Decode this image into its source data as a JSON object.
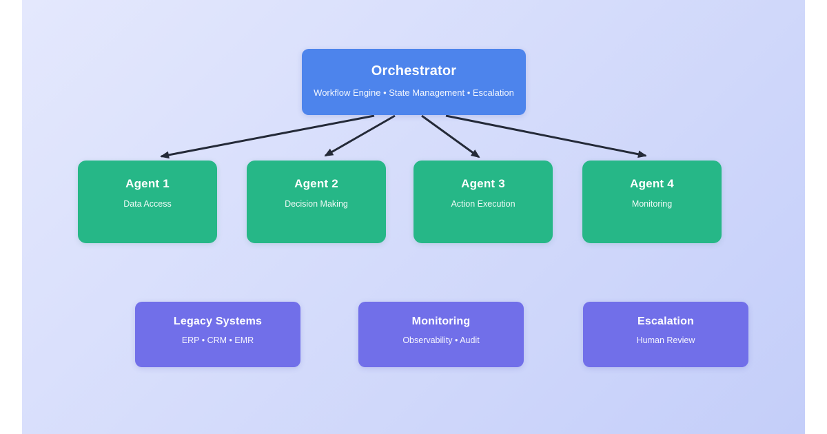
{
  "diagram": {
    "orchestrator": {
      "title": "Orchestrator",
      "subtitle": "Workflow Engine • State Management • Escalation"
    },
    "agents": [
      {
        "title": "Agent 1",
        "subtitle": "Data Access"
      },
      {
        "title": "Agent 2",
        "subtitle": "Decision Making"
      },
      {
        "title": "Agent 3",
        "subtitle": "Action Execution"
      },
      {
        "title": "Agent 4",
        "subtitle": "Monitoring"
      }
    ],
    "supporting": [
      {
        "title": "Legacy Systems",
        "subtitle": "ERP • CRM • EMR"
      },
      {
        "title": "Monitoring",
        "subtitle": "Observability • Audit"
      },
      {
        "title": "Escalation",
        "subtitle": "Human Review"
      }
    ],
    "colors": {
      "orchestrator_fill": "#4d84ec",
      "agent_fill": "#26b787",
      "supporting_fill": "#716fe9",
      "arrow": "#242a38",
      "text": "#ffffff",
      "panel_gradient_start": "#e4e8fd",
      "panel_gradient_end": "#c4cef9",
      "page_background": "#ffffff"
    }
  }
}
